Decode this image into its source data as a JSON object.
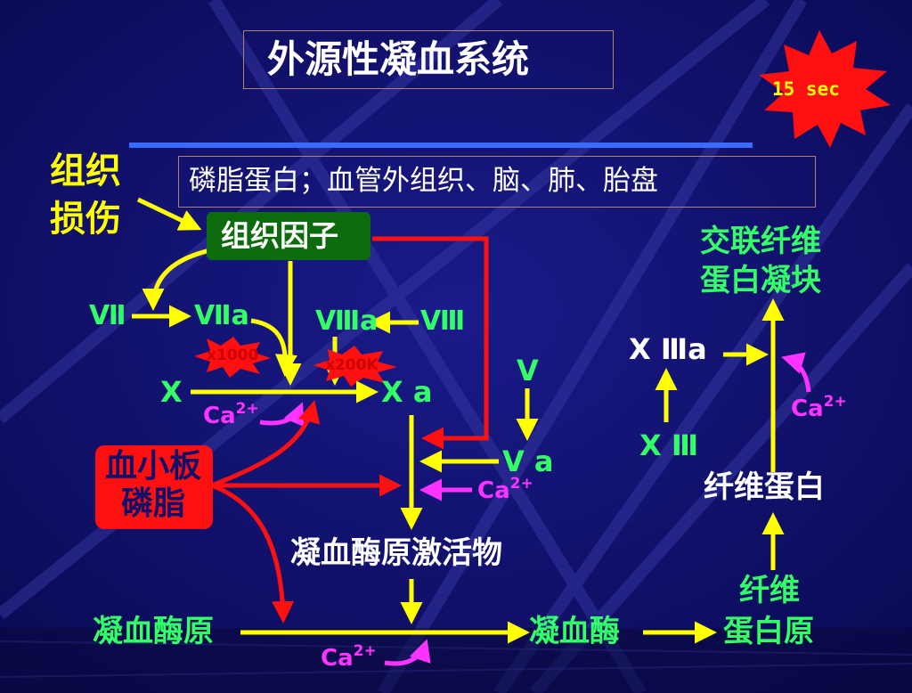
{
  "title": "外源性凝血系统",
  "time_badge": "15 sec",
  "description": "磷脂蛋白；血管外组织、脑、肺、胎盘",
  "nodes": {
    "tissue_injury_1": "组织",
    "tissue_injury_2": "损伤",
    "tissue_factor": "组织因子",
    "f7": "Ⅶ",
    "f7a": "Ⅶa",
    "f8a": "Ⅷa",
    "f8": "Ⅷ",
    "x1000": "x1000",
    "x200k": "x200K",
    "f10": "X",
    "f10a": "X a",
    "f5": "V",
    "f5a": "V a",
    "platelet_1": "血小板",
    "platelet_2": "磷脂",
    "prothrombin_activator": "凝血酶原激活物",
    "prothrombin": "凝血酶原",
    "thrombin": "凝血酶",
    "fibrinogen_1": "纤维",
    "fibrinogen_2": "蛋白原",
    "fibrin": "纤维蛋白",
    "f13": "X Ⅲ",
    "f13a": "X Ⅲa",
    "clot_1": "交联纤维",
    "clot_2": "蛋白凝块"
  },
  "calcium": {
    "base": "Ca",
    "charge": "2+"
  },
  "colors": {
    "background": "#10106a",
    "yellow": "#ffff00",
    "green": "#33ff66",
    "red": "#ff1010",
    "magenta": "#ff33ff",
    "white": "#ffffff",
    "burst": "#ff1010",
    "divider": "#3a6bff"
  }
}
